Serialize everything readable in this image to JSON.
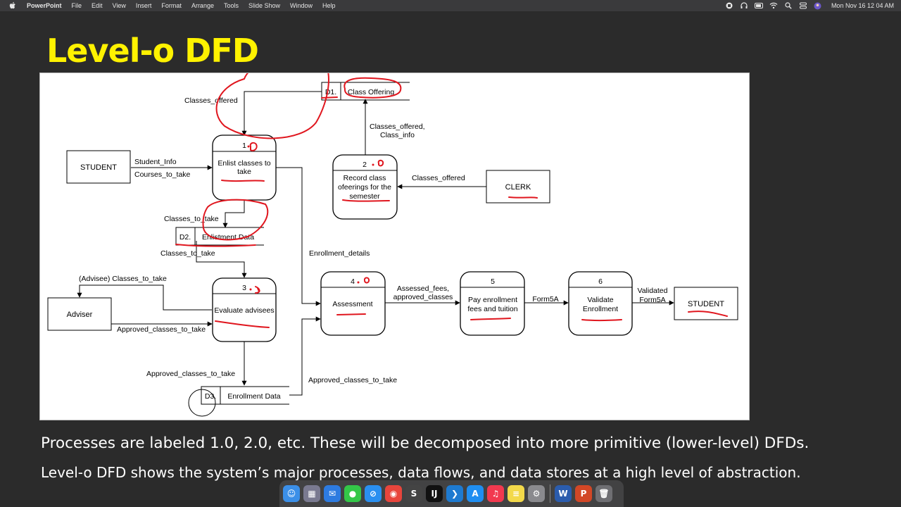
{
  "menubar": {
    "app_name": "PowerPoint",
    "menus": [
      "File",
      "Edit",
      "View",
      "Insert",
      "Format",
      "Arrange",
      "Tools",
      "Slide Show",
      "Window",
      "Help"
    ],
    "clock": "Mon Nov 16  12 04 AM",
    "status_icons": [
      "record-icon",
      "headphones-icon",
      "battery-icon",
      "wifi-icon",
      "search-icon",
      "control-center-icon",
      "user-icon"
    ]
  },
  "slide": {
    "title": "Level-o DFD",
    "caption_1": "Processes are labeled 1.0, 2.0, etc. These will be decomposed into more primitive (lower-level) DFDs.",
    "caption_2": "Level-o DFD shows the system’s major processes, data flows, and data stores at a high level of abstraction."
  },
  "diagram": {
    "entities": {
      "student_in": "STUDENT",
      "clerk": "CLERK",
      "adviser": "Adviser",
      "student_out": "STUDENT"
    },
    "processes": {
      "p1": {
        "number": "1",
        "label_lines": [
          "Enlist classes to",
          "take"
        ]
      },
      "p2": {
        "number": "2",
        "label_lines": [
          "Record class",
          "ofeerings for the",
          "semester"
        ]
      },
      "p3": {
        "number": "3",
        "label_lines": [
          "Evaluate advisees"
        ]
      },
      "p4": {
        "number": "4",
        "label_lines": [
          "Assessment"
        ]
      },
      "p5": {
        "number": "5",
        "label_lines": [
          "Pay enrollment",
          "fees and tuition"
        ]
      },
      "p6": {
        "number": "6",
        "label_lines": [
          "Validate",
          "Enrollment"
        ]
      }
    },
    "stores": {
      "d1": {
        "id": "D1.",
        "name": "Class Offering"
      },
      "d2": {
        "id": "D2.",
        "name": "Enlistment Data"
      },
      "d3": {
        "id": "D3.",
        "name": "Enrollment Data"
      }
    },
    "flows": {
      "classes_offered_d1": "Classes_offered",
      "student_info": "Student_Info",
      "courses_to_take": "Courses_to_take",
      "classes_offered_info": [
        "Classes_offered,",
        "Class_info"
      ],
      "classes_offered_clerk": "Classes_offered",
      "classes_to_take_1": "Classes_to_take",
      "classes_to_take_2": "Classes_to_take",
      "enrollment_details": "Enrollment_details",
      "advisee": "(Advisee) Classes_to_take",
      "approved_adviser": "Approved_classes_to_take",
      "approved_d3": "Approved_classes_to_take",
      "approved_d3_p4": "Approved_classes_to_take",
      "assessed": [
        "Assessed_fees,",
        "approved_classes"
      ],
      "form5a": "Form5A",
      "validated": [
        "Validated",
        "Form5A"
      ]
    },
    "annotations": {
      "p1_suffix": ".0",
      "p2_suffix": ".0",
      "p3_suffix": ".0",
      "p4_suffix": ".0"
    }
  },
  "dock": {
    "apps": [
      {
        "name": "finder-icon",
        "color": "#3b8fe8",
        "glyph": "☺"
      },
      {
        "name": "launchpad-icon",
        "color": "#7a7a90",
        "glyph": "▦"
      },
      {
        "name": "mail-icon",
        "color": "#2d7be0",
        "glyph": "✉"
      },
      {
        "name": "messages-icon",
        "color": "#33c748",
        "glyph": "●"
      },
      {
        "name": "safari-icon",
        "color": "#2a8ff0",
        "glyph": "⊘"
      },
      {
        "name": "chrome-icon",
        "color": "#e8453c",
        "glyph": "◉"
      },
      {
        "name": "sublime-icon",
        "color": "#444444",
        "glyph": "S"
      },
      {
        "name": "intellij-icon",
        "color": "#111111",
        "glyph": "IJ"
      },
      {
        "name": "vscode-icon",
        "color": "#1e7ad0",
        "glyph": "❯"
      },
      {
        "name": "appstore-icon",
        "color": "#1f8ef1",
        "glyph": "A"
      },
      {
        "name": "music-icon",
        "color": "#f2394f",
        "glyph": "♫"
      },
      {
        "name": "notes-icon",
        "color": "#f3d94a",
        "glyph": "≡"
      },
      {
        "name": "settings-icon",
        "color": "#8a8a8e",
        "glyph": "⚙"
      }
    ],
    "apps_right": [
      {
        "name": "word-icon",
        "color": "#2b5cad",
        "glyph": "W"
      },
      {
        "name": "powerpoint-icon",
        "color": "#d24726",
        "glyph": "P"
      }
    ],
    "trash": {
      "name": "trash-icon",
      "color": "#6f6f73",
      "glyph": "🗑"
    }
  }
}
